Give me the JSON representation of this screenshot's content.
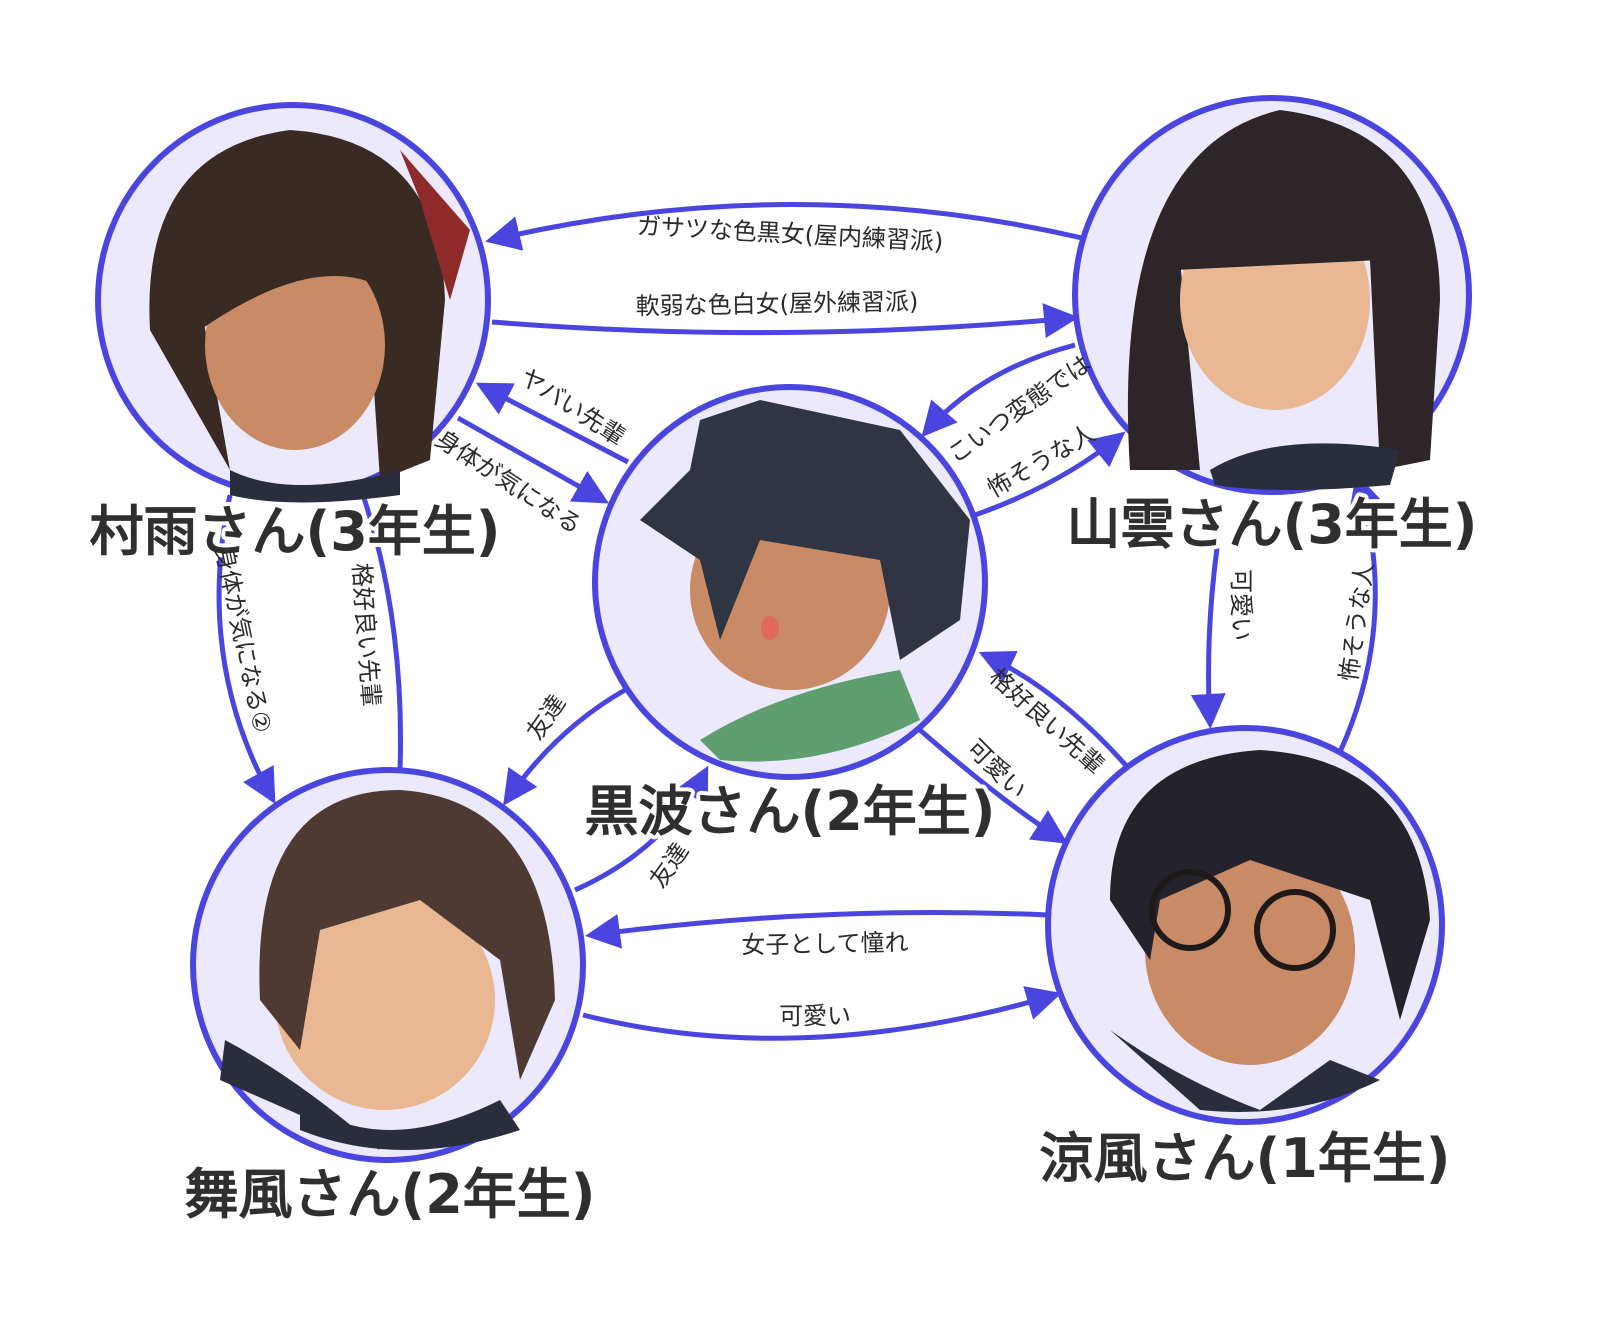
{
  "colors": {
    "accent": "#4b45e0",
    "ring_fill": "#ebe9fb",
    "text": "#2f2f2f"
  },
  "characters": [
    {
      "id": "murasame",
      "name": "村雨さん(3年生)"
    },
    {
      "id": "yamagumo",
      "name": "山雲さん(3年生)"
    },
    {
      "id": "kuronami",
      "name": "黒波さん(2年生)"
    },
    {
      "id": "maikaze",
      "name": "舞風さん(2年生)"
    },
    {
      "id": "suzukaze",
      "name": "涼風さん(1年生)"
    }
  ],
  "relations": [
    {
      "from": "yamagumo",
      "to": "murasame",
      "label": "ガサツな色黒女(屋内練習派)"
    },
    {
      "from": "murasame",
      "to": "yamagumo",
      "label": "軟弱な色白女(屋外練習派)"
    },
    {
      "from": "kuronami",
      "to": "murasame",
      "label": "ヤバい先輩"
    },
    {
      "from": "murasame",
      "to": "kuronami",
      "label": "身体が気になる"
    },
    {
      "from": "yamagumo",
      "to": "kuronami",
      "label": "こいつ変態では"
    },
    {
      "from": "kuronami",
      "to": "yamagumo",
      "label": "怖そうな人"
    },
    {
      "from": "murasame",
      "to": "maikaze",
      "label": "身体が気になる②"
    },
    {
      "from": "maikaze",
      "to": "murasame",
      "label": "格好良い先輩"
    },
    {
      "from": "kuronami",
      "to": "maikaze",
      "label": "友達"
    },
    {
      "from": "maikaze",
      "to": "kuronami",
      "label": "友達"
    },
    {
      "from": "suzukaze",
      "to": "kuronami",
      "label": "格好良い先輩"
    },
    {
      "from": "kuronami",
      "to": "suzukaze",
      "label": "可愛い"
    },
    {
      "from": "yamagumo",
      "to": "suzukaze",
      "label": "可愛い"
    },
    {
      "from": "suzukaze",
      "to": "yamagumo",
      "label": "怖そうな人"
    },
    {
      "from": "suzukaze",
      "to": "maikaze",
      "label": "女子として憧れ"
    },
    {
      "from": "maikaze",
      "to": "suzukaze",
      "label": "可愛い"
    }
  ]
}
